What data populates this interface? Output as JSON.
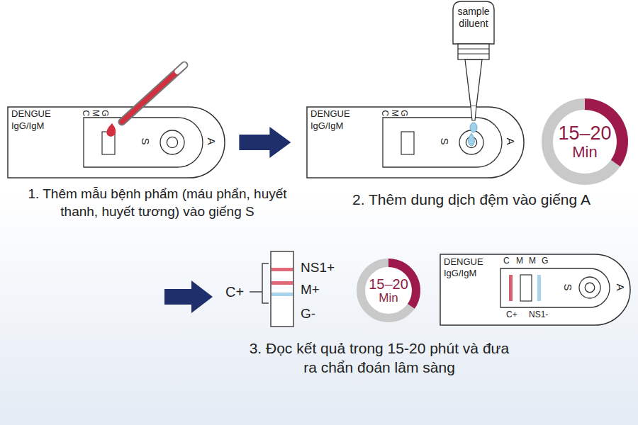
{
  "diagram": {
    "nodes": [
      {
        "text": [
          "DENGUE",
          "IgG/IgM",
          "C",
          "M",
          "G",
          "S",
          "A"
        ]
      },
      {
        "text": [
          "DENGUE",
          "IgG/IgM",
          "C",
          "M",
          "G",
          "S",
          "A"
        ]
      },
      {
        "text": [
          "sample diluent"
        ]
      },
      {
        "text": [
          "15–20",
          "Min"
        ]
      },
      {
        "text": [
          "15–20",
          "Min"
        ]
      },
      {
        "text": [
          "DENGUE",
          "IgG/IgM",
          "C",
          "M",
          "M",
          "G",
          "S",
          "A",
          "C+",
          "NS1-"
        ]
      }
    ],
    "edges": [
      {
        "from": 0,
        "to": 1,
        "arrow": "to"
      }
    ],
    "labels": [
      "1. Thêm mẫu bệnh phẩm (máu phẩn, huyết thanh, huyết tương) vào giếng S",
      "2. Thêm dung dịch đệm vào giếng A",
      "C+",
      "NS1+",
      "M+",
      "G-",
      "3. Đọc kết quả trong 15-20 phút và đưa ra chẩn đoán lâm sàng"
    ]
  }
}
